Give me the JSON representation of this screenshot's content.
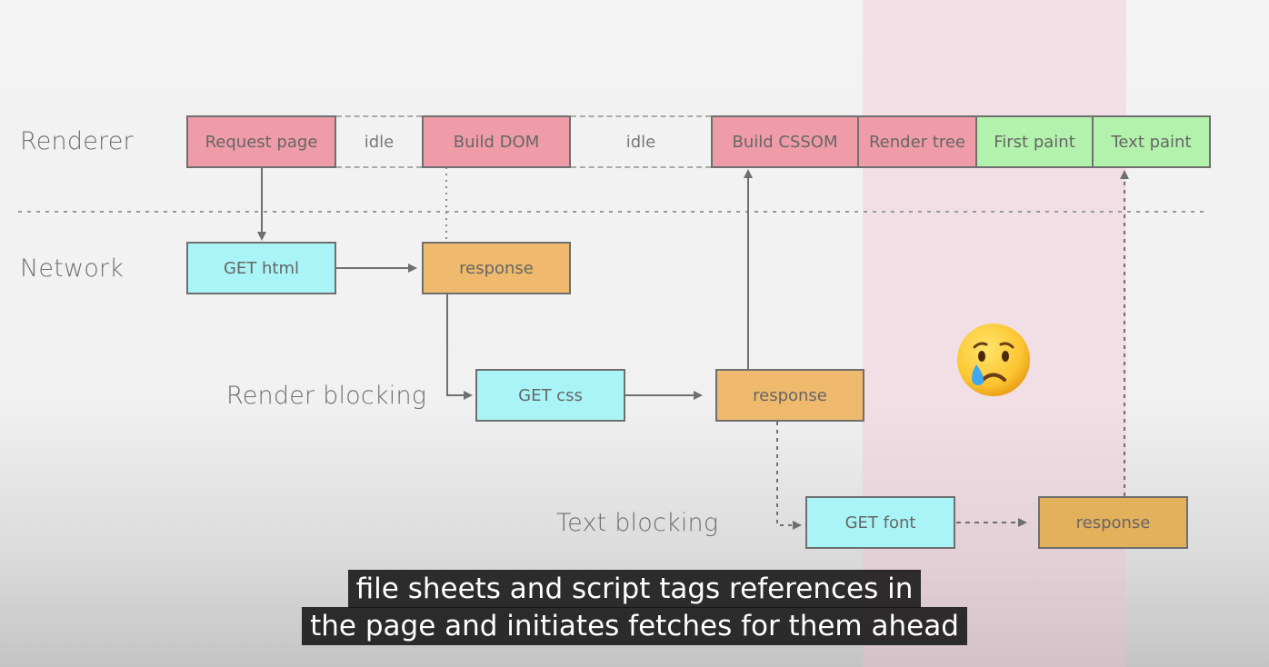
{
  "rows": {
    "renderer": "Renderer",
    "network": "Network",
    "render_blocking": "Render blocking",
    "text_blocking": "Text blocking"
  },
  "renderer_boxes": {
    "request_page": "Request page",
    "idle_1": "idle",
    "build_dom": "Build DOM",
    "idle_2": "idle",
    "build_cssom": "Build CSSOM",
    "render_tree": "Render tree",
    "first_paint": "First paint",
    "text_paint": "Text paint"
  },
  "network_boxes": {
    "get_html": "GET html",
    "response_html": "response",
    "get_css": "GET css",
    "response_css": "response",
    "get_font": "GET font",
    "response_font": "response"
  },
  "emoji": "crying-face-icon",
  "caption": {
    "line1": "file sheets and script tags references in",
    "line2": "the page and initiates fetches for them ahead"
  },
  "colors": {
    "pink": "#ef9ca8",
    "green": "#b3f2ac",
    "cyan": "#a9f4f6",
    "orange": "#efba6d",
    "highlight_band": "#f2becd"
  }
}
